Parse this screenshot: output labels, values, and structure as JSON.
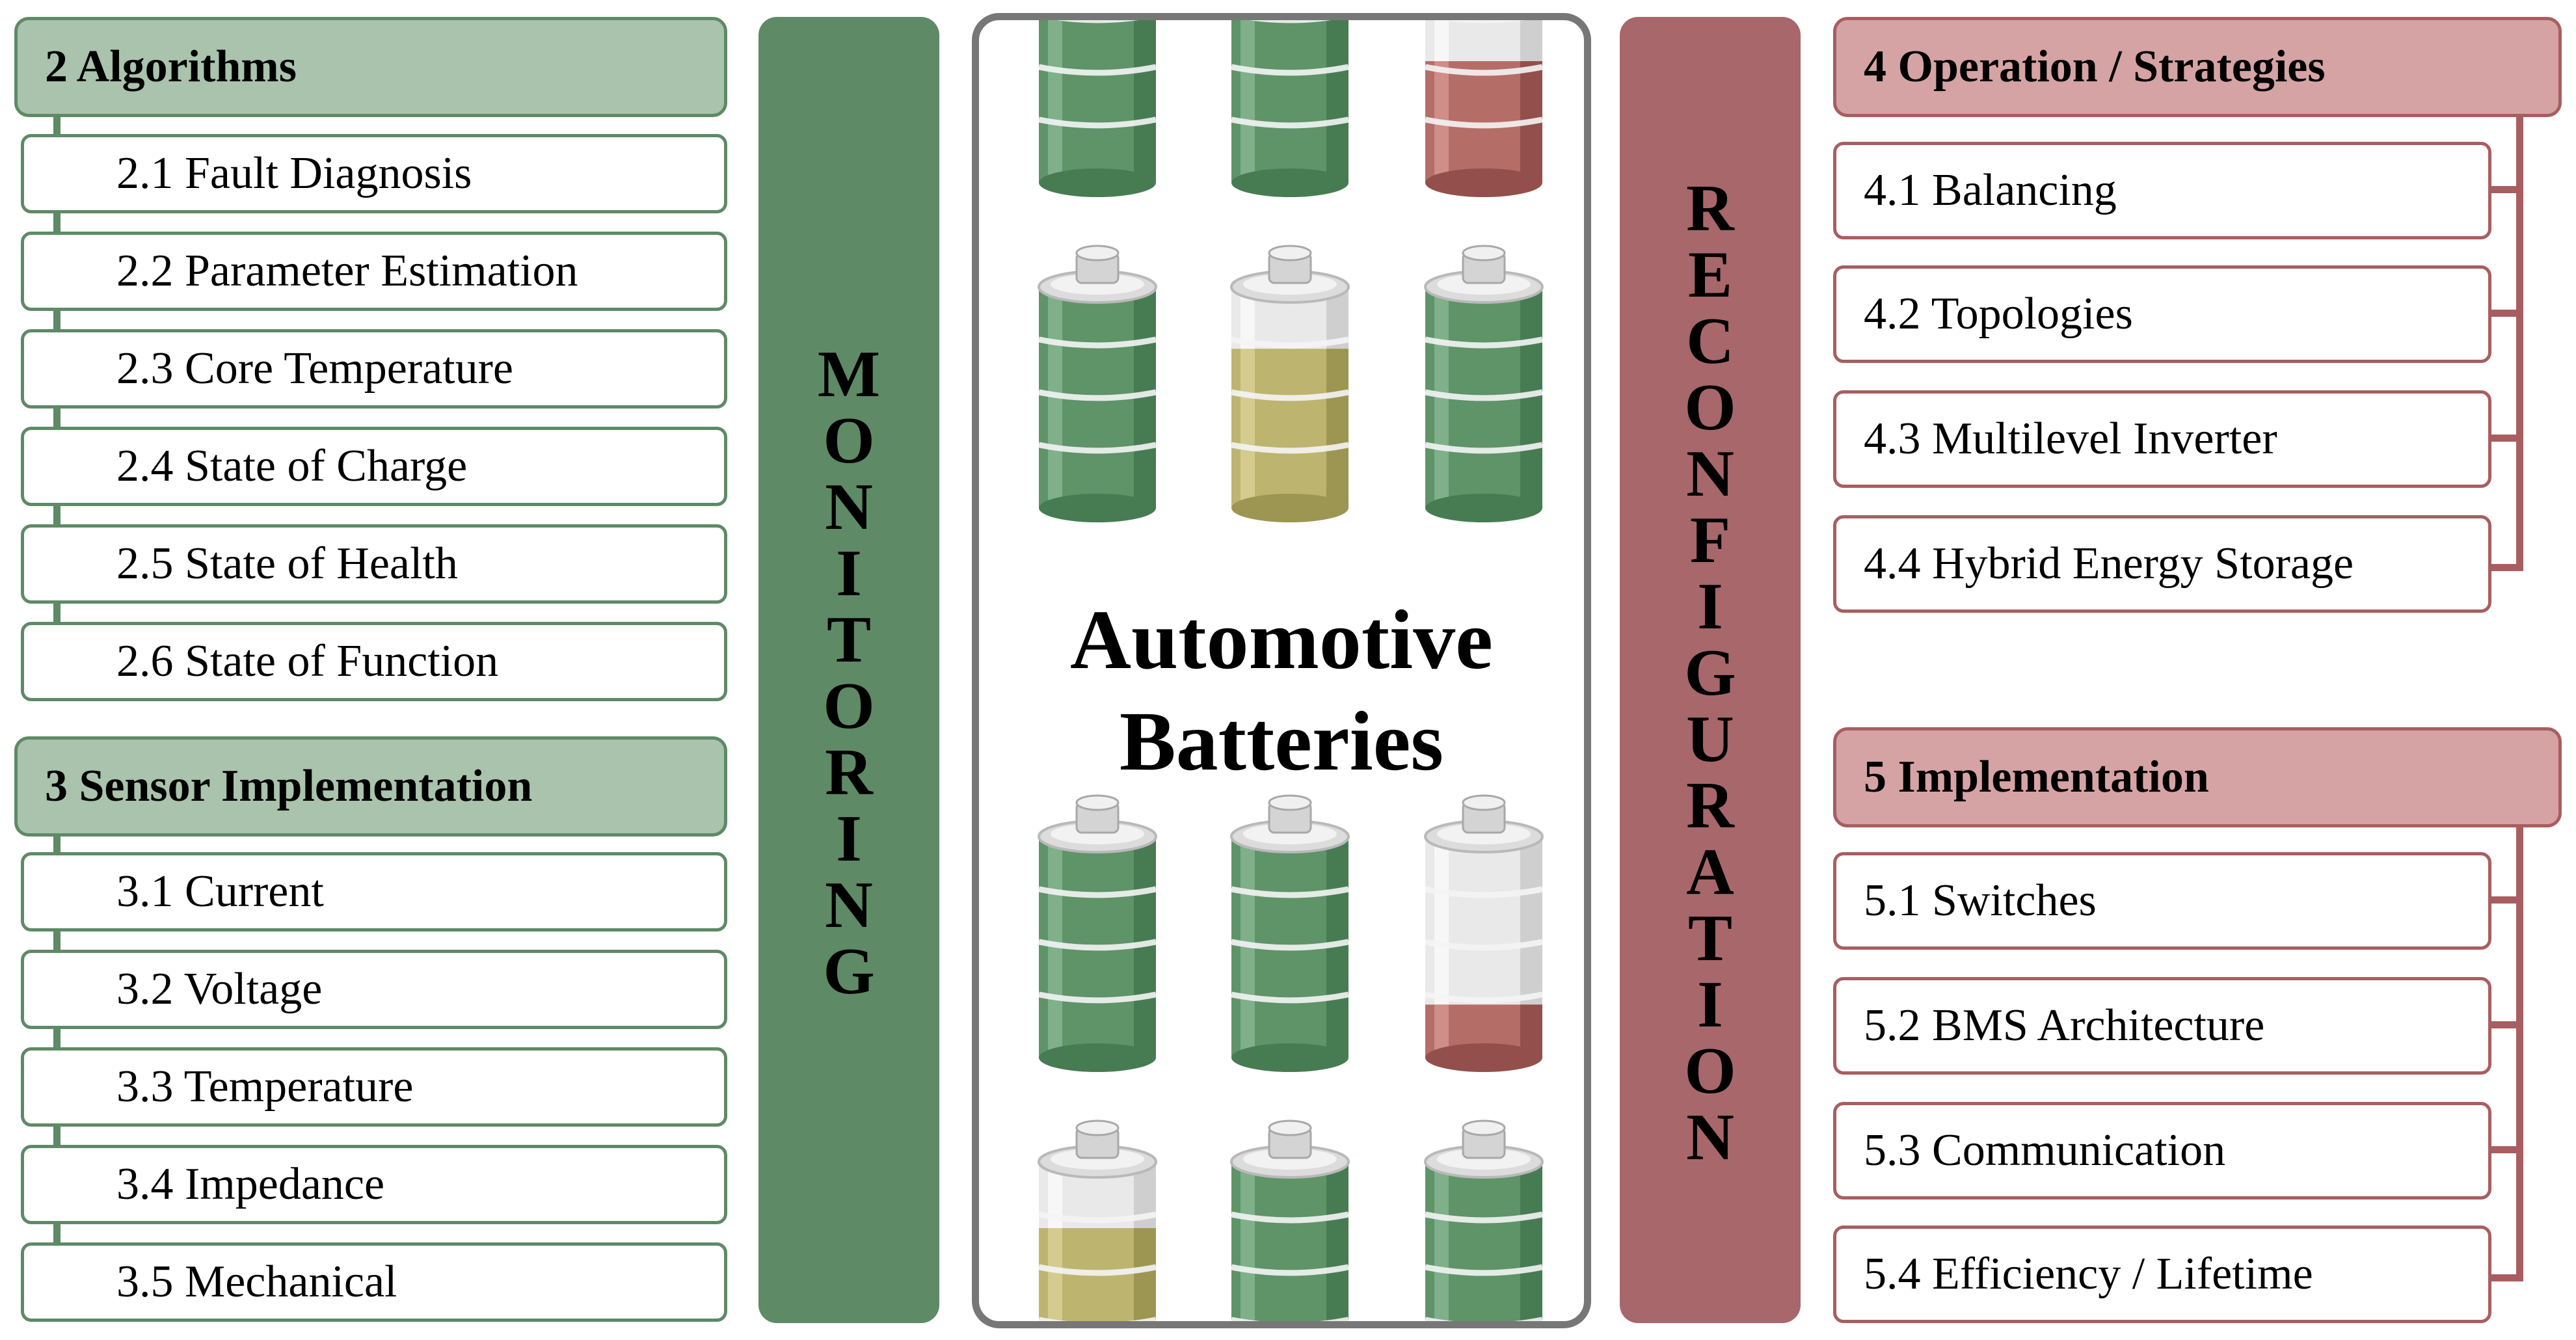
{
  "left": {
    "sections": [
      {
        "title": "2 Algorithms",
        "items": [
          "2.1 Fault Diagnosis",
          "2.2 Parameter Estimation",
          "2.3 Core Temperature",
          "2.4 State of Charge",
          "2.5 State of Health",
          "2.6 State of Function"
        ]
      },
      {
        "title": "3 Sensor Implementation",
        "items": [
          "3.1 Current",
          "3.2 Voltage",
          "3.3 Temperature",
          "3.4 Impedance",
          "3.5 Mechanical"
        ]
      }
    ],
    "band_letters": [
      "M",
      "O",
      "N",
      "I",
      "T",
      "O",
      "R",
      "I",
      "N",
      "G"
    ]
  },
  "center": {
    "title_line1": "Automotive",
    "title_line2": "Batteries",
    "battery_rows": [
      [
        "green",
        "green",
        "red"
      ],
      [
        "green",
        "yellow",
        "green"
      ],
      [
        "green",
        "green",
        "red"
      ],
      [
        "yellow",
        "green",
        "green"
      ]
    ]
  },
  "right": {
    "band_letters": [
      "R",
      "E",
      "C",
      "O",
      "N",
      "F",
      "I",
      "G",
      "U",
      "R",
      "A",
      "T",
      "I",
      "O",
      "N"
    ],
    "sections": [
      {
        "title": "4 Operation / Strategies",
        "items": [
          "4.1 Balancing",
          "4.2 Topologies",
          "4.3 Multilevel Inverter",
          "4.4 Hybrid Energy Storage"
        ]
      },
      {
        "title": "5 Implementation",
        "items": [
          "5.1 Switches",
          "5.2 BMS Architecture",
          "5.3 Communication",
          "5.4 Efficiency / Lifetime"
        ]
      }
    ]
  },
  "colors": {
    "green_dark": "#5e8a66",
    "green_light": "#a9c3ac",
    "red_dark": "#a85e60",
    "red_light": "#d6a3a4",
    "battery_green": "#5e9468",
    "battery_yellow": "#bdb470",
    "battery_red": "#b56d68"
  }
}
